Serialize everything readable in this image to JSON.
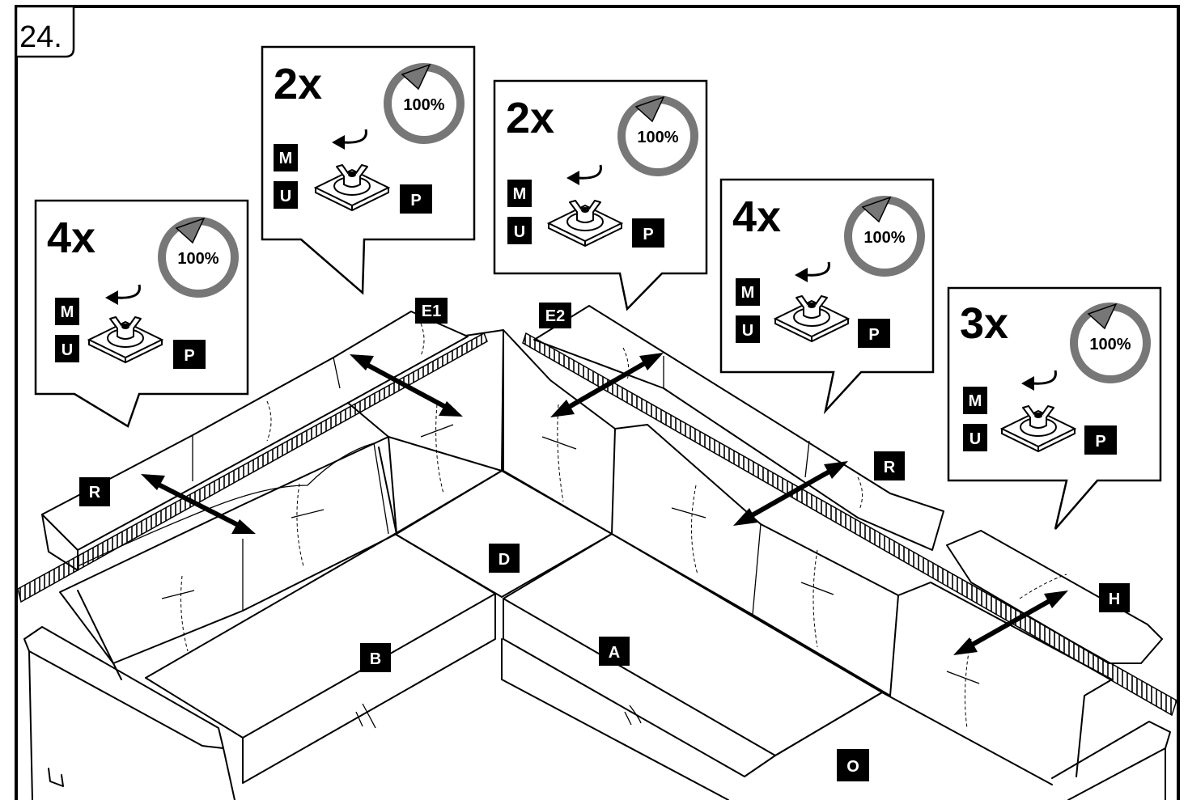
{
  "step": {
    "number": "24."
  },
  "callouts": [
    {
      "id": "left",
      "count": "4x",
      "torque": "100%",
      "parts": [
        "M",
        "U"
      ],
      "nut_part": "P"
    },
    {
      "id": "back-left",
      "count": "2x",
      "torque": "100%",
      "parts": [
        "M",
        "U"
      ],
      "nut_part": "P"
    },
    {
      "id": "back-right",
      "count": "2x",
      "torque": "100%",
      "parts": [
        "M",
        "U"
      ],
      "nut_part": "P"
    },
    {
      "id": "right",
      "count": "4x",
      "torque": "100%",
      "parts": [
        "M",
        "U"
      ],
      "nut_part": "P"
    },
    {
      "id": "far-right",
      "count": "3x",
      "torque": "100%",
      "parts": [
        "M",
        "U"
      ],
      "nut_part": "P"
    }
  ],
  "part_labels": {
    "e1": "E1",
    "e2": "E2",
    "r_left": "R",
    "r_right": "R",
    "h": "H",
    "d": "D",
    "b": "B",
    "a": "A",
    "o": "O"
  },
  "colors": {
    "line": "#000000",
    "label_bg": "#000000",
    "label_text": "#ffffff",
    "torque_ring": "#777777"
  },
  "icons": {
    "rotation_arrow": "circular-arrow-icon",
    "wing_nut": "wing-nut-icon",
    "double_arrow": "double-arrow-icon"
  }
}
